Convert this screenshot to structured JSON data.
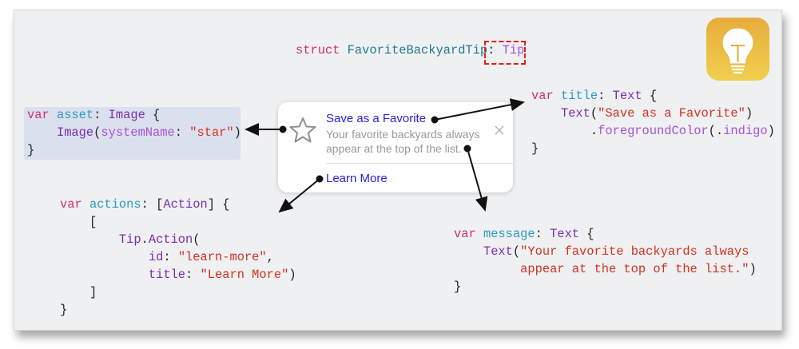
{
  "tip_preview": {
    "title": "Save as a Favorite",
    "message": "Your favorite backyards always appear at the top of the list.",
    "action_label": "Learn More",
    "icon": "star-icon",
    "close_icon": "close-icon"
  },
  "app_icon": "lightbulb-tips-icon",
  "colors": {
    "accent": "#2b21dc",
    "keyword": "#d12f6b",
    "string": "#d3321f",
    "type": "#7b2db3",
    "property": "#2a9bbf"
  },
  "code": {
    "struct_decl": [
      [
        [
          "kw",
          "struct "
        ],
        [
          "struct",
          "FavoriteBackyardTip"
        ],
        [
          "plain",
          ": "
        ],
        [
          "param",
          "Tip"
        ]
      ]
    ],
    "asset": [
      [
        [
          "kw",
          "var "
        ],
        [
          "prop",
          "asset"
        ],
        [
          "plain",
          ": "
        ],
        [
          "type",
          "Image"
        ],
        [
          "plain",
          " {"
        ]
      ],
      [
        [
          "plain",
          "    "
        ],
        [
          "type",
          "Image"
        ],
        [
          "plain",
          "("
        ],
        [
          "param",
          "systemName"
        ],
        [
          "plain",
          ": "
        ],
        [
          "str",
          "\"star\""
        ],
        [
          "plain",
          ")"
        ]
      ],
      [
        [
          "plain",
          "}"
        ]
      ]
    ],
    "title": [
      [
        [
          "kw",
          "var "
        ],
        [
          "prop",
          "title"
        ],
        [
          "plain",
          ": "
        ],
        [
          "type",
          "Text"
        ],
        [
          "plain",
          " {"
        ]
      ],
      [
        [
          "plain",
          "    "
        ],
        [
          "type",
          "Text"
        ],
        [
          "plain",
          "("
        ],
        [
          "str",
          "\"Save as a Favorite\""
        ],
        [
          "plain",
          ")"
        ]
      ],
      [
        [
          "plain",
          "        ."
        ],
        [
          "param",
          "foregroundColor"
        ],
        [
          "plain",
          "(."
        ],
        [
          "param",
          "indigo"
        ],
        [
          "plain",
          ")"
        ]
      ],
      [
        [
          "plain",
          "}"
        ]
      ]
    ],
    "actions": [
      [
        [
          "kw",
          "var "
        ],
        [
          "prop",
          "actions"
        ],
        [
          "plain",
          ": ["
        ],
        [
          "type",
          "Action"
        ],
        [
          "plain",
          "] {"
        ]
      ],
      [
        [
          "plain",
          "    ["
        ]
      ],
      [
        [
          "plain",
          "        "
        ],
        [
          "type",
          "Tip"
        ],
        [
          "plain",
          "."
        ],
        [
          "type",
          "Action"
        ],
        [
          "plain",
          "("
        ]
      ],
      [
        [
          "plain",
          "            "
        ],
        [
          "type",
          "id"
        ],
        [
          "plain",
          ": "
        ],
        [
          "str",
          "\"learn-more\""
        ],
        [
          "plain",
          ","
        ]
      ],
      [
        [
          "plain",
          "            "
        ],
        [
          "type",
          "title"
        ],
        [
          "plain",
          ": "
        ],
        [
          "str",
          "\"Learn More\""
        ],
        [
          "plain",
          ")"
        ]
      ],
      [
        [
          "plain",
          "    ]"
        ]
      ],
      [
        [
          "plain",
          "}"
        ]
      ]
    ],
    "message": [
      [
        [
          "kw",
          "var "
        ],
        [
          "prop",
          "message"
        ],
        [
          "plain",
          ": "
        ],
        [
          "type",
          "Text"
        ],
        [
          "plain",
          " {"
        ]
      ],
      [
        [
          "plain",
          "    "
        ],
        [
          "type",
          "Text"
        ],
        [
          "plain",
          "("
        ],
        [
          "str",
          "\"Your favorite backyards always"
        ]
      ],
      [
        [
          "plain",
          "         "
        ],
        [
          "str",
          "appear at the top of the list.\""
        ],
        [
          "plain",
          ")"
        ]
      ],
      [
        [
          "plain",
          "}"
        ]
      ]
    ]
  }
}
